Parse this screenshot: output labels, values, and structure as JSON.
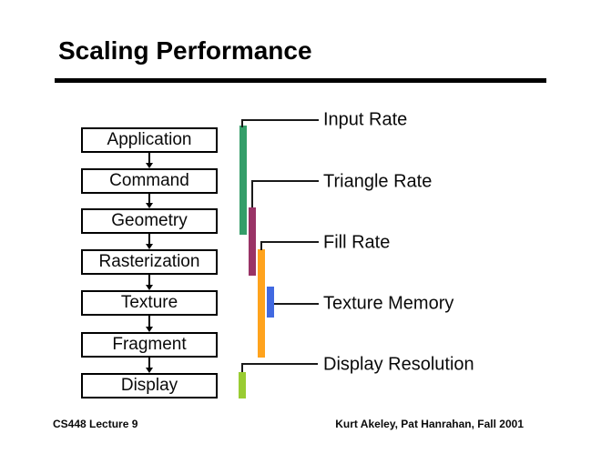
{
  "slide": {
    "title": "Scaling Performance",
    "footer_left": "CS448 Lecture 9",
    "footer_right": "Kurt Akeley, Pat Hanrahan, Fall 2001"
  },
  "pipeline": {
    "stages": [
      {
        "label": "Application"
      },
      {
        "label": "Command"
      },
      {
        "label": "Geometry"
      },
      {
        "label": "Rasterization"
      },
      {
        "label": "Texture"
      },
      {
        "label": "Fragment"
      },
      {
        "label": "Display"
      }
    ]
  },
  "annotations": [
    {
      "label": "Input Rate",
      "color": "#349E69"
    },
    {
      "label": "Triangle Rate",
      "color": "#993366"
    },
    {
      "label": "Fill Rate",
      "color": "#FFA31D"
    },
    {
      "label": "Texture Memory",
      "color": "#4169E1"
    },
    {
      "label": "Display Resolution",
      "color": "#99CC33"
    }
  ],
  "colors": {
    "text": "#0a0a0a",
    "line": "#1a1a1a",
    "background": "#ffffff"
  }
}
